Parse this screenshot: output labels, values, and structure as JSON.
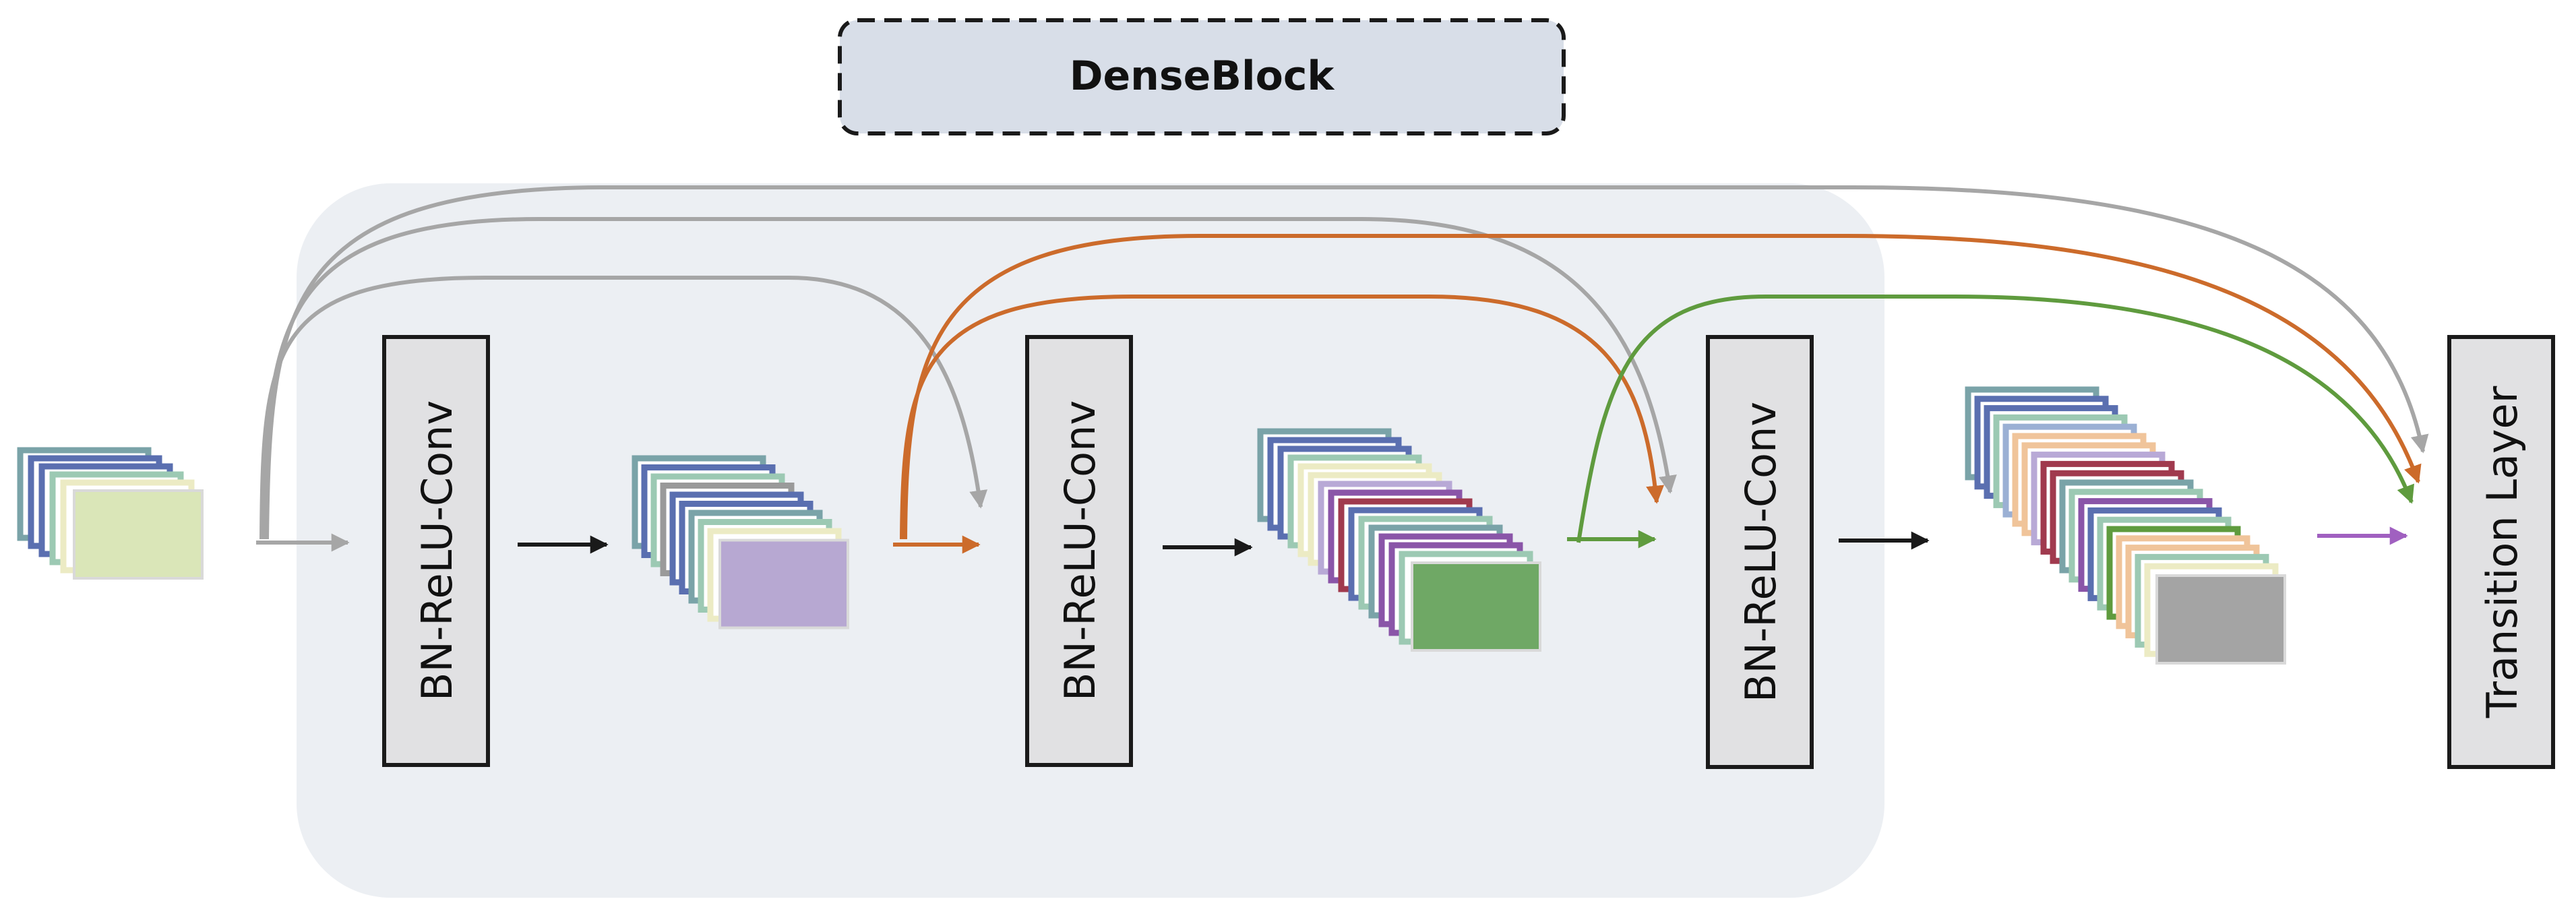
{
  "title": "DenseBlock",
  "blocks": [
    {
      "label": "BN-ReLU-Conv"
    },
    {
      "label": "BN-ReLU-Conv"
    },
    {
      "label": "BN-ReLU-Conv"
    },
    {
      "label": "Transition Layer"
    }
  ],
  "colors": {
    "block_background": "#eceff3",
    "title_background": "#d8dee8",
    "conv_fill": "#e1e1e3",
    "gray_arrow": "#a6a6a6",
    "orange_arrow": "#cc6b2b",
    "green_arrow": "#5f9b3e",
    "purple_arrow": "#a060c0",
    "black_arrow": "#1a1a1a",
    "input_front": "#dae6b8",
    "stack1_front": "#b7a8d2",
    "stack2_front": "#6fa865",
    "stack3_front": "#a4a4a4"
  }
}
